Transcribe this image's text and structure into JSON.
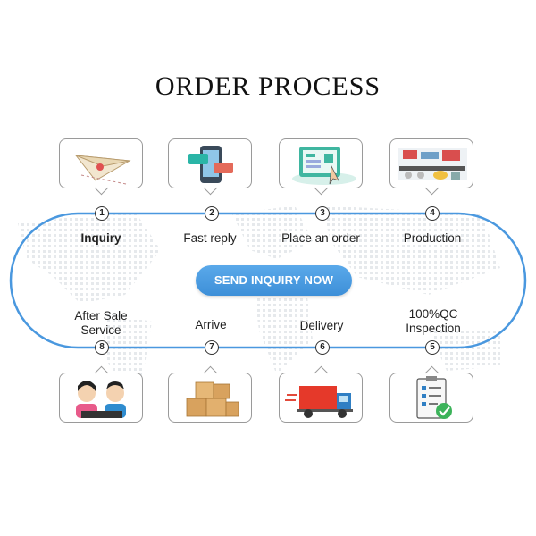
{
  "title": "ORDER PROCESS",
  "cta_label": "SEND INQUIRY NOW",
  "accent_color": "#4a98df",
  "steps_top": [
    {
      "num": "1",
      "label": "Inquiry",
      "icon": "paper-plane-icon"
    },
    {
      "num": "2",
      "label": "Fast reply",
      "icon": "phone-chat-icon"
    },
    {
      "num": "3",
      "label": "Place an order",
      "icon": "online-order-icon"
    },
    {
      "num": "4",
      "label": "Production",
      "icon": "factory-icon"
    }
  ],
  "steps_bottom": [
    {
      "num": "8",
      "label_line1": "After Sale",
      "label_line2": "Service",
      "icon": "customer-service-icon"
    },
    {
      "num": "7",
      "label_line1": "",
      "label_line2": "Arrive",
      "icon": "boxes-icon"
    },
    {
      "num": "6",
      "label_line1": "",
      "label_line2": "Delivery",
      "icon": "truck-icon"
    },
    {
      "num": "5",
      "label_line1": "100%QC",
      "label_line2": "Inspection",
      "icon": "checklist-icon"
    }
  ]
}
